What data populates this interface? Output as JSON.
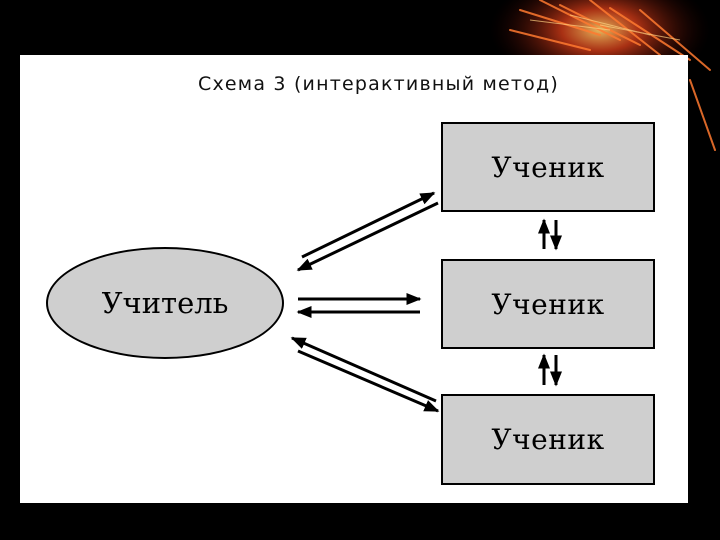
{
  "diagram": {
    "title": "Схема 3 (интерактивный метод)",
    "teacher": "Учитель",
    "students": [
      "Ученик",
      "Ученик",
      "Ученик"
    ]
  },
  "colors": {
    "background": "#000000",
    "slide": "#ffffff",
    "node_fill": "#cfcfcf",
    "stroke": "#000000"
  }
}
